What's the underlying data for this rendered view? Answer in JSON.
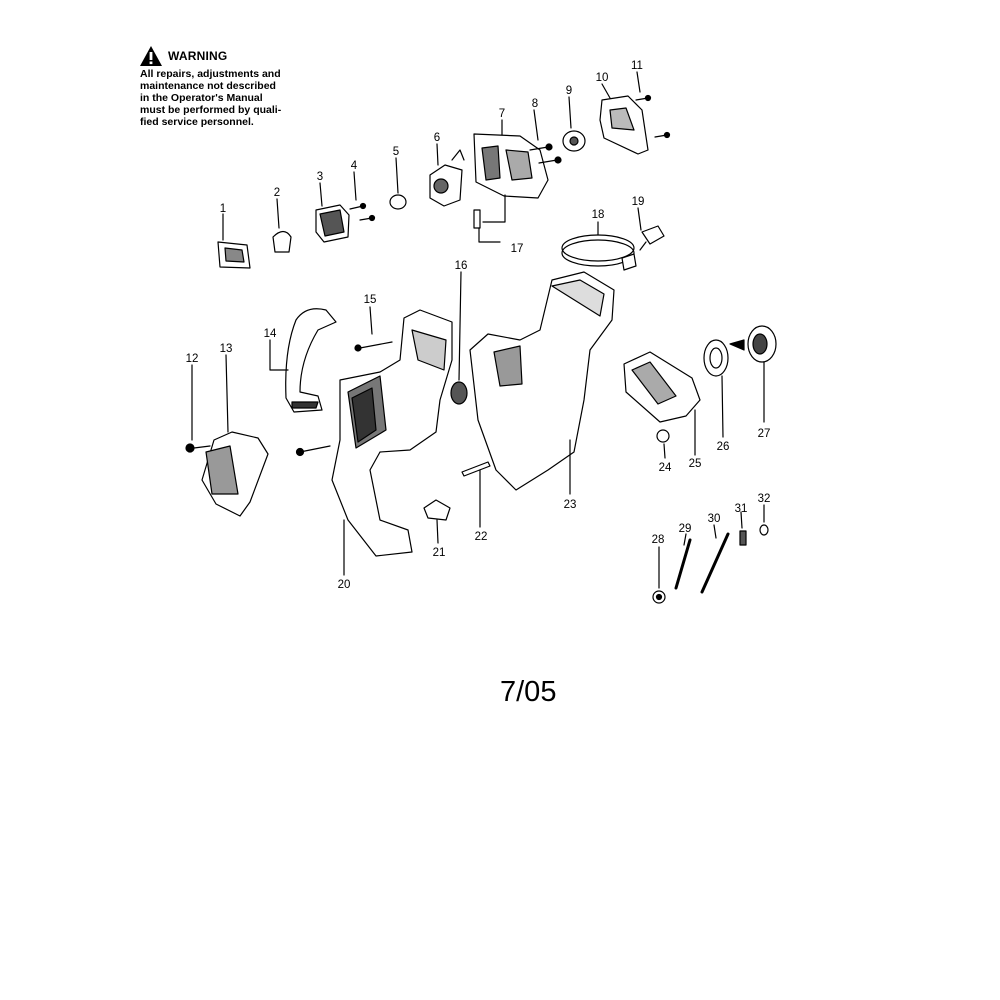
{
  "warning": {
    "title": "WARNING",
    "lines": [
      "All repairs, adjustments and",
      "maintenance not described",
      "in the Operator's Manual",
      "must be performed by quali-",
      "fied service personnel."
    ]
  },
  "date_code": "7/05",
  "part_labels": {
    "p1": "1",
    "p2": "2",
    "p3": "3",
    "p4": "4",
    "p5": "5",
    "p6": "6",
    "p7": "7",
    "p8": "8",
    "p9": "9",
    "p10": "10",
    "p11": "11",
    "p12": "12",
    "p13": "13",
    "p14": "14",
    "p15": "15",
    "p16": "16",
    "p17": "17",
    "p18": "18",
    "p19": "19",
    "p20": "20",
    "p21": "21",
    "p22": "22",
    "p23": "23",
    "p24": "24",
    "p25": "25",
    "p26": "26",
    "p27": "27",
    "p28": "28",
    "p29": "29",
    "p30": "30",
    "p31": "31",
    "p32": "32"
  }
}
